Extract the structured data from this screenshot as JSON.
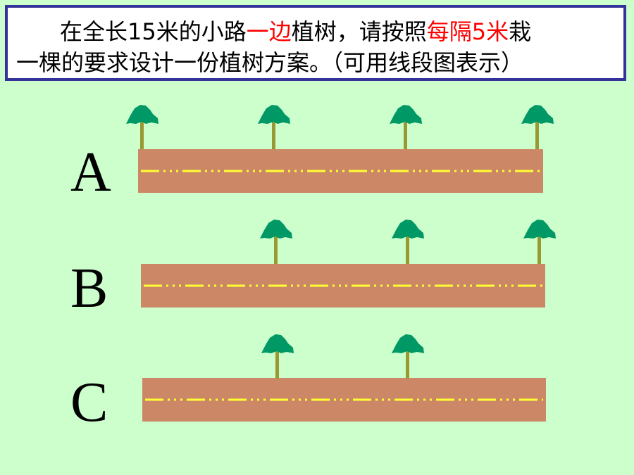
{
  "question": {
    "part1": "在全长15米的小路",
    "highlight1": "一边",
    "part2": "植树，请按照",
    "highlight2": "每隔5米",
    "part3": "栽",
    "line2": "一棵的要求设计一份植树方案。（可用线段图表示）"
  },
  "colors": {
    "background": "#ccffcc",
    "box_border": "#33339a",
    "highlight": "#ff0000",
    "road": "#cc8866",
    "road_line": "#ffff33",
    "tree_leaf": "#009966",
    "tree_trunk": "#999933"
  },
  "options": [
    {
      "label": "A",
      "trees": 4,
      "has_tree_at_start": true,
      "has_tree_at_end": true
    },
    {
      "label": "B",
      "trees": 3,
      "has_tree_at_start": false,
      "has_tree_at_end": true
    },
    {
      "label": "C",
      "trees": 2,
      "has_tree_at_start": false,
      "has_tree_at_end": false
    }
  ]
}
